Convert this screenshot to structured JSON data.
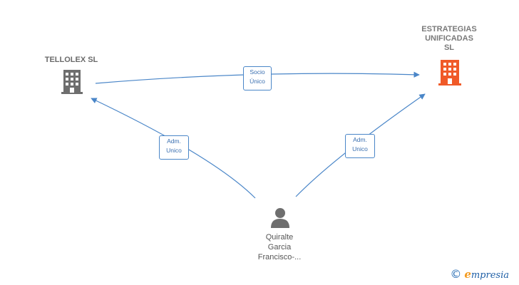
{
  "nodes": {
    "tellolex": {
      "label": "TELLOLEX SL",
      "icon": "building-icon",
      "color": "#6e6e6e"
    },
    "estrategias": {
      "label_lines": [
        "ESTRATEGIAS",
        "UNIFICADAS",
        "SL"
      ],
      "icon": "building-icon",
      "color": "#f05a28"
    },
    "person": {
      "label_lines": [
        "Quiralte",
        "Garcia",
        "Francisco-..."
      ],
      "icon": "person-icon",
      "color": "#6e6e6e"
    }
  },
  "edges": [
    {
      "from": "tellolex",
      "to": "estrategias",
      "label_lines": [
        "Socio",
        "Único"
      ]
    },
    {
      "from": "person",
      "to": "tellolex",
      "label_lines": [
        "Adm.",
        "Unico"
      ]
    },
    {
      "from": "person",
      "to": "estrategias",
      "label_lines": [
        "Adm.",
        "Unico"
      ]
    }
  ],
  "colors": {
    "edge": "#4a86c8",
    "edge_label_text": "#3a6fb0"
  },
  "brand": {
    "symbol": "©",
    "initial": "e",
    "name": "mpresia"
  }
}
